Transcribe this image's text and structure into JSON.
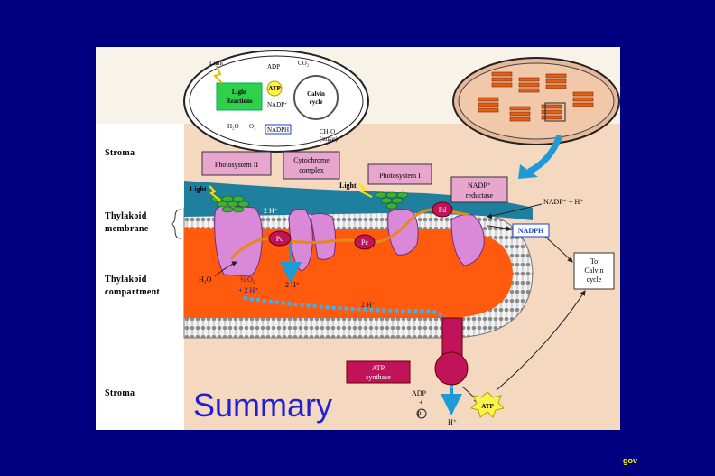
{
  "slide": {
    "title": "Summary",
    "footer": "gov",
    "colors": {
      "background": "#000080",
      "title": "#1f1fd6",
      "footer": "#ffff00"
    }
  },
  "diagram": {
    "side_labels": {
      "stroma_top": "Stroma",
      "thylakoid_membrane": [
        "Thylakoid",
        "membrane"
      ],
      "thylakoid_compartment": [
        "Thylakoid",
        "compartment"
      ],
      "stroma_bottom": "Stroma"
    },
    "inset": {
      "light": "Light",
      "light_reactions": [
        "Light",
        "Reactions"
      ],
      "calvin_cycle": [
        "Calvin",
        "cycle"
      ],
      "adp": "ADP",
      "atp": "ATP",
      "nadp": "NADP⁺",
      "nadph": "NADPH",
      "co2": "CO₂",
      "h2o": "H₂O",
      "o2": "O₂",
      "ch2o": "CH₂O",
      "sugar": "(sugar)"
    },
    "boxes": {
      "photosystem_ii": "Photosystem II",
      "cytochrome_complex": [
        "Cytochrome",
        "complex"
      ],
      "photosystem_i": "Photosystem I",
      "nadp_reductase": [
        "NADP⁺",
        "reductase"
      ],
      "atp_synthase": [
        "ATP",
        "synthase"
      ],
      "to_calvin_cycle": [
        "To",
        "Calvin",
        "cycle"
      ],
      "nadph": "NADPH"
    },
    "carriers": {
      "pq": "Pq",
      "pc": "Pc",
      "fd": "Fd"
    },
    "labels": {
      "light_1": "Light",
      "light_2": "Light",
      "nadp_plus_h": "NADP⁺ + H⁺",
      "h2o": "H₂O",
      "half_o2": "½ O₂",
      "two_h_a": "+ 2 H⁺",
      "two_h_b": "2 H⁺",
      "two_h_c": "2 H⁺",
      "two_h_d": "2 H⁺",
      "adp": "ADP",
      "plus": "+",
      "pi": "Pᵢ",
      "h_plus": "H⁺",
      "atp": "ATP"
    }
  }
}
